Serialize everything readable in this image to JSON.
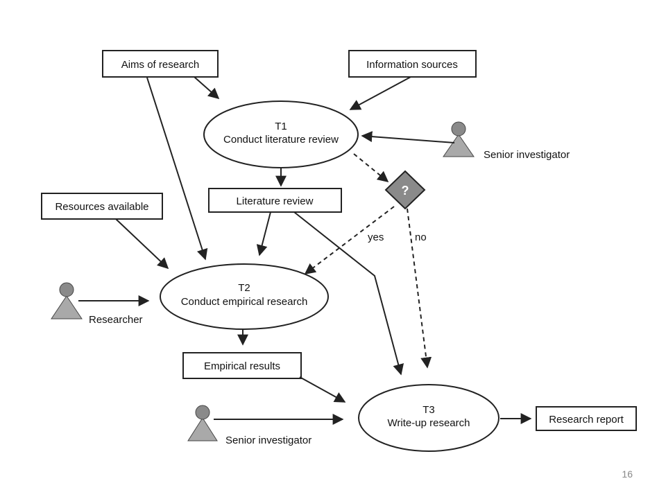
{
  "inputs": {
    "aims": "Aims of research",
    "info_sources": "Information sources",
    "resources": "Resources available"
  },
  "tasks": {
    "t1": {
      "id": "T1",
      "name": "Conduct literature review"
    },
    "t2": {
      "id": "T2",
      "name": "Conduct empirical research"
    },
    "t3": {
      "id": "T3",
      "name": "Write-up research"
    }
  },
  "outputs": {
    "lit_review": "Literature review",
    "empirical_results": "Empirical results",
    "research_report": "Research report"
  },
  "actors": {
    "senior_1": "Senior investigator",
    "researcher": "Researcher",
    "senior_2": "Senior investigator"
  },
  "decision": {
    "symbol": "?",
    "yes": "yes",
    "no": "no"
  },
  "page_number": "16"
}
